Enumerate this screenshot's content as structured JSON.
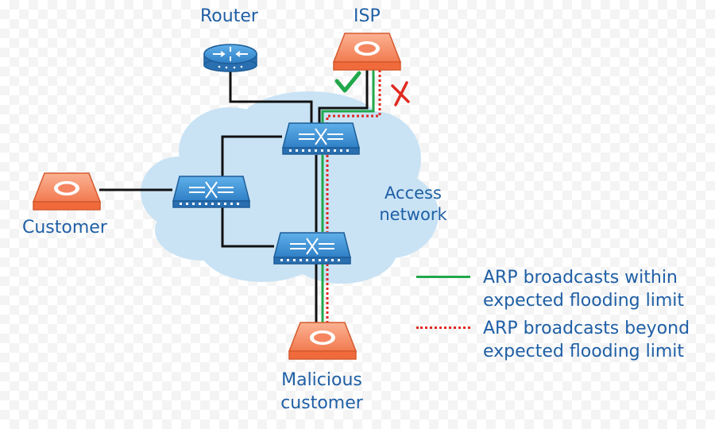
{
  "nodes": {
    "router_label": "Router",
    "isp_label": "ISP",
    "customer_label": "Customer",
    "malicious_line1": "Malicious",
    "malicious_line2": "customer",
    "access_line1": "Access",
    "access_line2": "network"
  },
  "legend": {
    "within_line1": "ARP broadcasts within",
    "within_line2": "expected flooding limit",
    "beyond_line1": "ARP broadcasts beyond",
    "beyond_line2": "expected flooding limit"
  },
  "colors": {
    "label": "#1f5fa5",
    "cloud": "#c9e3f5",
    "switch": "#3d8fd6",
    "device": "#f58560",
    "within": "#21a84a",
    "beyond": "#e02a20",
    "cable": "#111111"
  },
  "icons": {
    "router": "router-icon",
    "switch": "switch-icon",
    "device": "customer-device-icon",
    "allowed": "check-mark-icon",
    "blocked": "cross-mark-icon"
  }
}
